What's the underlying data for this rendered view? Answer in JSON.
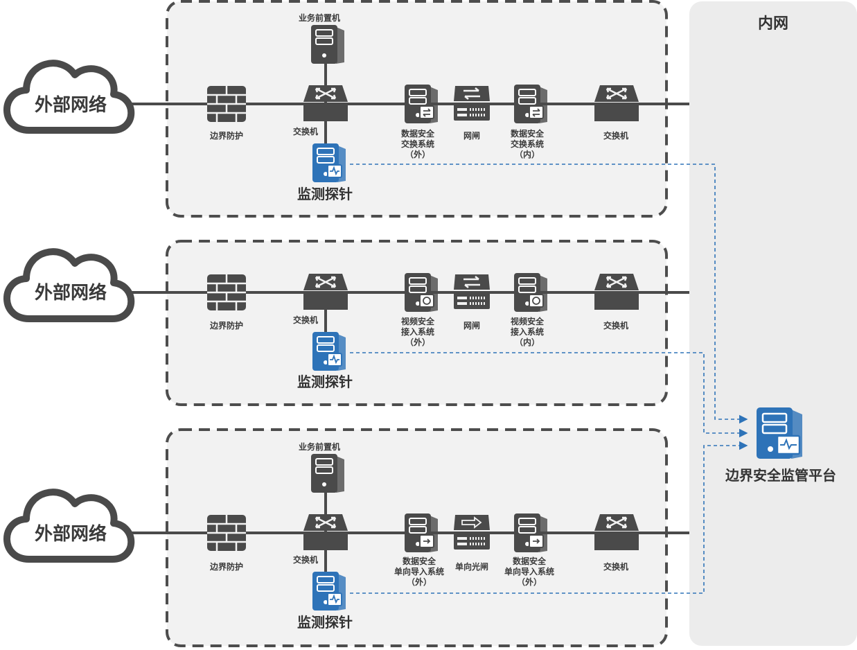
{
  "inner_network": {
    "title": "内网"
  },
  "platform": {
    "label": "边界安全监管平台",
    "color": "#2e73b8"
  },
  "colors": {
    "device": "#4a4a4a",
    "probe": "#2e73b8",
    "zone_bg": "#efefef",
    "dash": "#2e73b8"
  },
  "rows": [
    {
      "cloud": "外部网络",
      "firewall": "边界防护",
      "front_server": "业务前置机",
      "switch_left": "交换机",
      "probe": "监测探针",
      "system_out": [
        "数据安全",
        "交换系统",
        "（外）"
      ],
      "gateway": "网闸",
      "system_in": [
        "数据安全",
        "交换系统",
        "（内）"
      ],
      "switch_right": "交换机"
    },
    {
      "cloud": "外部网络",
      "firewall": "边界防护",
      "switch_left": "交换机",
      "probe": "监测探针",
      "system_out": [
        "视频安全",
        "接入系统",
        "（外）"
      ],
      "gateway": "网闸",
      "system_in": [
        "视频安全",
        "接入系统",
        "（内）"
      ],
      "switch_right": "交换机"
    },
    {
      "cloud": "外部网络",
      "firewall": "边界防护",
      "front_server": "业务前置机",
      "switch_left": "交换机",
      "probe": "监测探针",
      "system_out": [
        "数据安全",
        "单向导入系统",
        "（外）"
      ],
      "gateway": "单向光闸",
      "system_in": [
        "数据安全",
        "单向导入系统",
        "（外）"
      ],
      "switch_right": "交换机"
    }
  ]
}
